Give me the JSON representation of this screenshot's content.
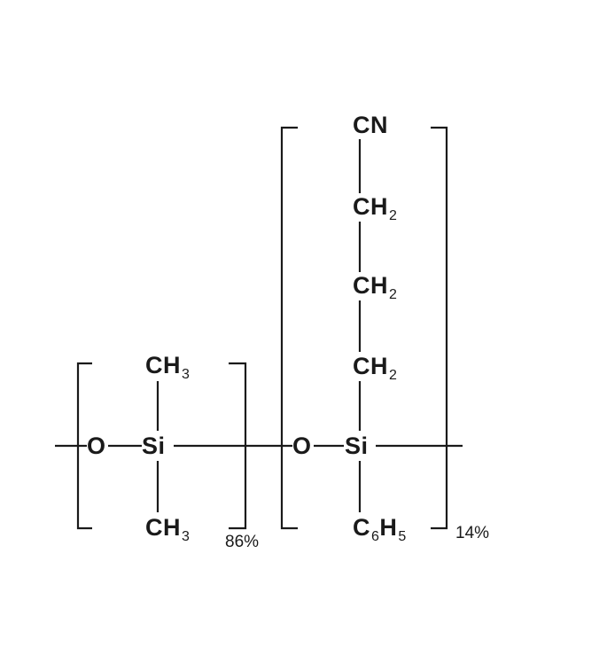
{
  "unit1": {
    "percent": "86%",
    "oxygen": "O",
    "silicon": "Si",
    "top_group": {
      "element": "CH",
      "subscript": "3"
    },
    "bottom_group": {
      "element": "CH",
      "subscript": "3"
    }
  },
  "unit2": {
    "percent": "14%",
    "oxygen": "O",
    "silicon": "Si",
    "chain": [
      {
        "element": "CN",
        "subscript": ""
      },
      {
        "element": "CH",
        "subscript": "2"
      },
      {
        "element": "CH",
        "subscript": "2"
      },
      {
        "element": "CH",
        "subscript": "2"
      }
    ],
    "bottom_group": {
      "element": "C",
      "sub1": "6",
      "element2": "H",
      "sub2": "5"
    }
  }
}
